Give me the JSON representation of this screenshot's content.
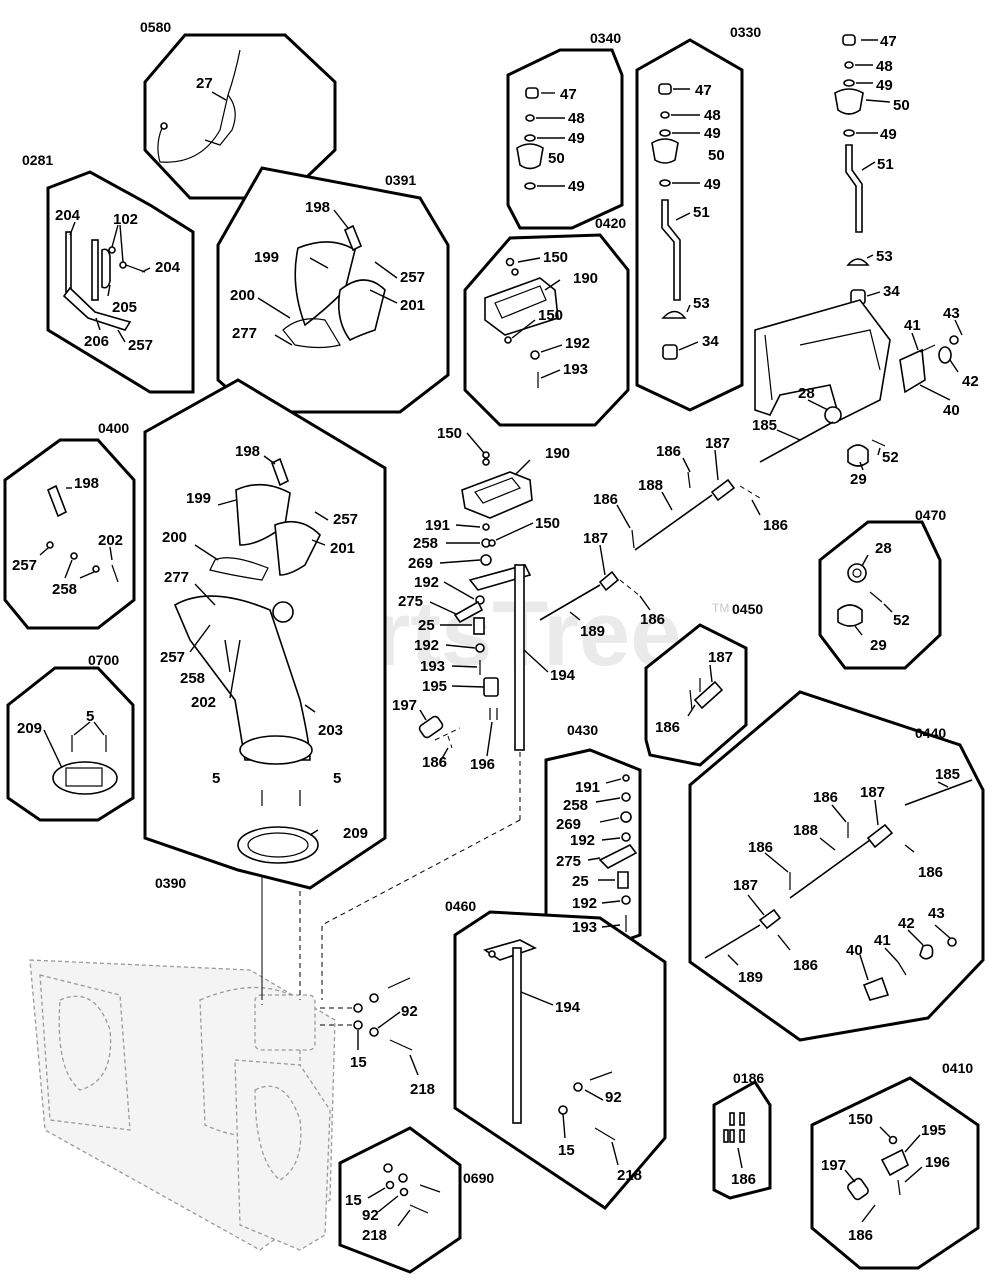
{
  "watermark": {
    "text": "PartsTree",
    "tm": "TM"
  },
  "kits": {
    "k0580": {
      "code": "0580",
      "parts": [
        "27"
      ]
    },
    "k0281": {
      "code": "0281",
      "parts": [
        "204",
        "102",
        "204",
        "205",
        "206",
        "257"
      ]
    },
    "k0391": {
      "code": "0391",
      "parts": [
        "198",
        "199",
        "257",
        "200",
        "201",
        "277"
      ]
    },
    "k0340": {
      "code": "0340",
      "parts": [
        "47",
        "48",
        "49",
        "50",
        "49"
      ]
    },
    "k0330": {
      "code": "0330",
      "parts": [
        "47",
        "48",
        "49",
        "50",
        "49",
        "51",
        "53",
        "34"
      ]
    },
    "k0420": {
      "code": "0420",
      "parts": [
        "150",
        "190",
        "150",
        "192",
        "193"
      ]
    },
    "k0400": {
      "code": "0400",
      "parts": [
        "198",
        "202",
        "257",
        "258"
      ]
    },
    "k0390": {
      "code": "0390",
      "parts": [
        "198",
        "199",
        "257",
        "200",
        "201",
        "277",
        "257",
        "258",
        "202",
        "203",
        "5",
        "5",
        "209"
      ]
    },
    "k0700": {
      "code": "0700",
      "parts": [
        "5",
        "209"
      ]
    },
    "k0470": {
      "code": "0470",
      "parts": [
        "28",
        "52",
        "29"
      ]
    },
    "k0450": {
      "code": "0450",
      "parts": [
        "187",
        "186"
      ]
    },
    "k0430": {
      "code": "0430",
      "parts": [
        "191",
        "258",
        "269",
        "192",
        "275",
        "25",
        "192",
        "193"
      ]
    },
    "k0440": {
      "code": "0440",
      "parts": [
        "185",
        "186",
        "187",
        "188",
        "186",
        "186",
        "187",
        "42",
        "43",
        "41",
        "40",
        "186",
        "189"
      ]
    },
    "k0460": {
      "code": "0460",
      "parts": [
        "194",
        "92",
        "15",
        "218"
      ]
    },
    "k0186": {
      "code": "0186",
      "parts": [
        "186"
      ]
    },
    "k0410": {
      "code": "0410",
      "parts": [
        "150",
        "195",
        "197",
        "196",
        "186"
      ]
    },
    "k0690": {
      "code": "0690",
      "parts": [
        "15",
        "92",
        "218"
      ]
    }
  },
  "main_parts": {
    "upper_chute_group": [
      "47",
      "48",
      "49",
      "50",
      "49",
      "51",
      "53",
      "34",
      "43",
      "41",
      "42",
      "40",
      "28",
      "185",
      "52",
      "29"
    ],
    "crank_group": [
      "186",
      "187",
      "188",
      "186",
      "186",
      "187",
      "186",
      "189"
    ],
    "control_group": [
      "150",
      "190",
      "191",
      "150",
      "258",
      "269",
      "192",
      "275",
      "25",
      "192",
      "193",
      "195",
      "194",
      "197",
      "186",
      "196"
    ],
    "housing_group": [
      "92",
      "15",
      "218"
    ]
  }
}
